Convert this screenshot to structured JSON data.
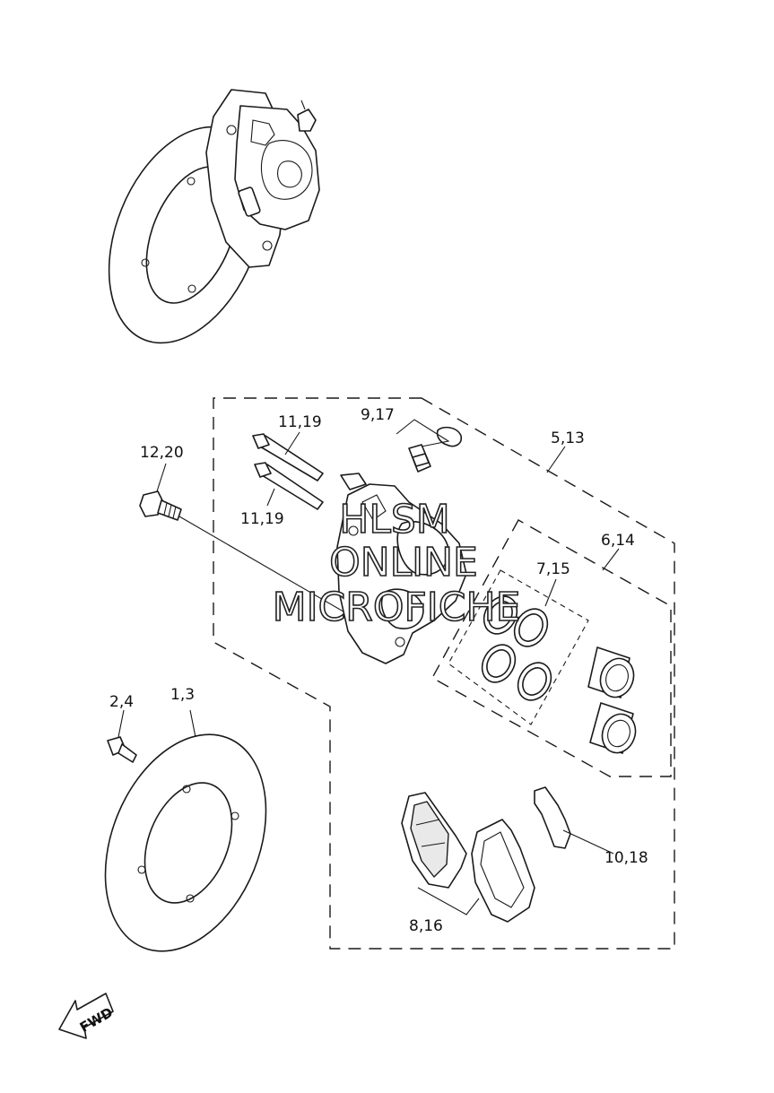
{
  "diagram": {
    "callouts": {
      "c1_3": "1,3",
      "c2_4": "2,4",
      "c5_13": "5,13",
      "c6_14": "6,14",
      "c7_15": "7,15",
      "c8_16": "8,16",
      "c9_17": "9,17",
      "c10_18": "10,18",
      "c11_19_top": "11,19",
      "c11_19_bottom": "11,19",
      "c12_20": "12,20"
    },
    "watermark": {
      "line1": "HLSM",
      "line2": "ONLINE",
      "line3": "MICROFICHE"
    },
    "direction_label": "FWD"
  }
}
